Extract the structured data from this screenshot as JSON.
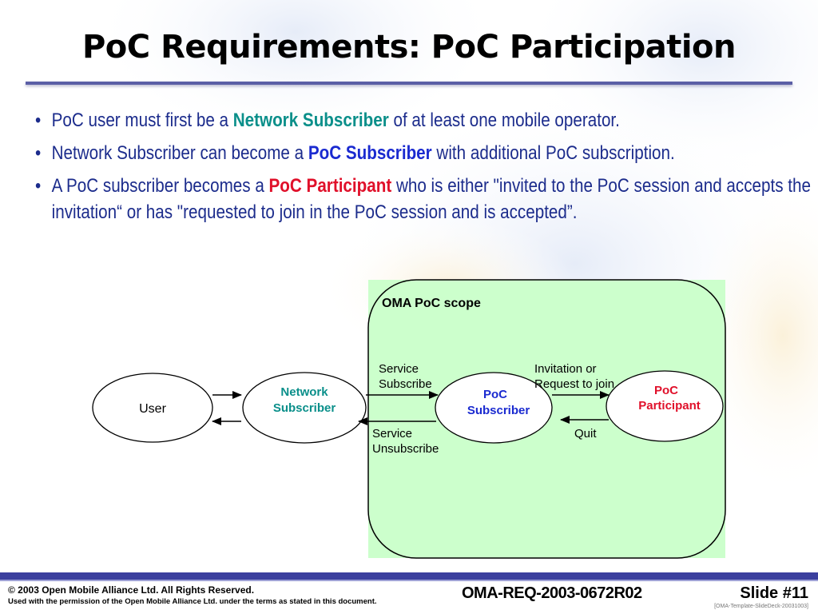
{
  "slide": {
    "title": "PoC Requirements: PoC Participation",
    "bullets": [
      {
        "pre": "PoC user must first be a ",
        "em": "Network Subscriber",
        "post": " of at least one mobile operator."
      },
      {
        "pre": "Network Subscriber can become a ",
        "em": "PoC Subscriber",
        "post": " with additional PoC subscription."
      },
      {
        "pre": "A PoC subscriber becomes a ",
        "em": "PoC Participant",
        "post": " who is either \"invited to the PoC session and accepts the invitation“ or has \"requested to join in the PoC session and is accepted”."
      }
    ]
  },
  "diagram": {
    "scope_label": "OMA PoC scope",
    "user": "User",
    "network_subscriber": [
      "Network",
      "Subscriber"
    ],
    "poc_subscriber": [
      "PoC",
      "Subscriber"
    ],
    "poc_participant": [
      "PoC",
      "Participant"
    ],
    "service_subscribe": [
      "Service",
      "Subscribe"
    ],
    "service_unsubscribe": [
      "Service",
      "Unsubscribe"
    ],
    "invitation": [
      "Invitation or",
      "Request to join"
    ],
    "quit": "Quit"
  },
  "footer": {
    "copyright": "© 2003 Open Mobile Alliance Ltd.  All Rights Reserved.",
    "permission": "Used with the permission of the Open Mobile Alliance Ltd. under the terms as stated in this document.",
    "doc_id": "OMA-REQ-2003-0672R02",
    "slide_number": "Slide #11",
    "template": "[OMA-Template-SlideDeck-20031003]"
  },
  "colors": {
    "title_rule": "#5b5fa6",
    "bullet_text": "#1c2c8c",
    "network_subscriber": "#0a8f8a",
    "poc_subscriber": "#1a2ad0",
    "poc_participant": "#e0102a",
    "scope_fill": "#ccffcc"
  }
}
